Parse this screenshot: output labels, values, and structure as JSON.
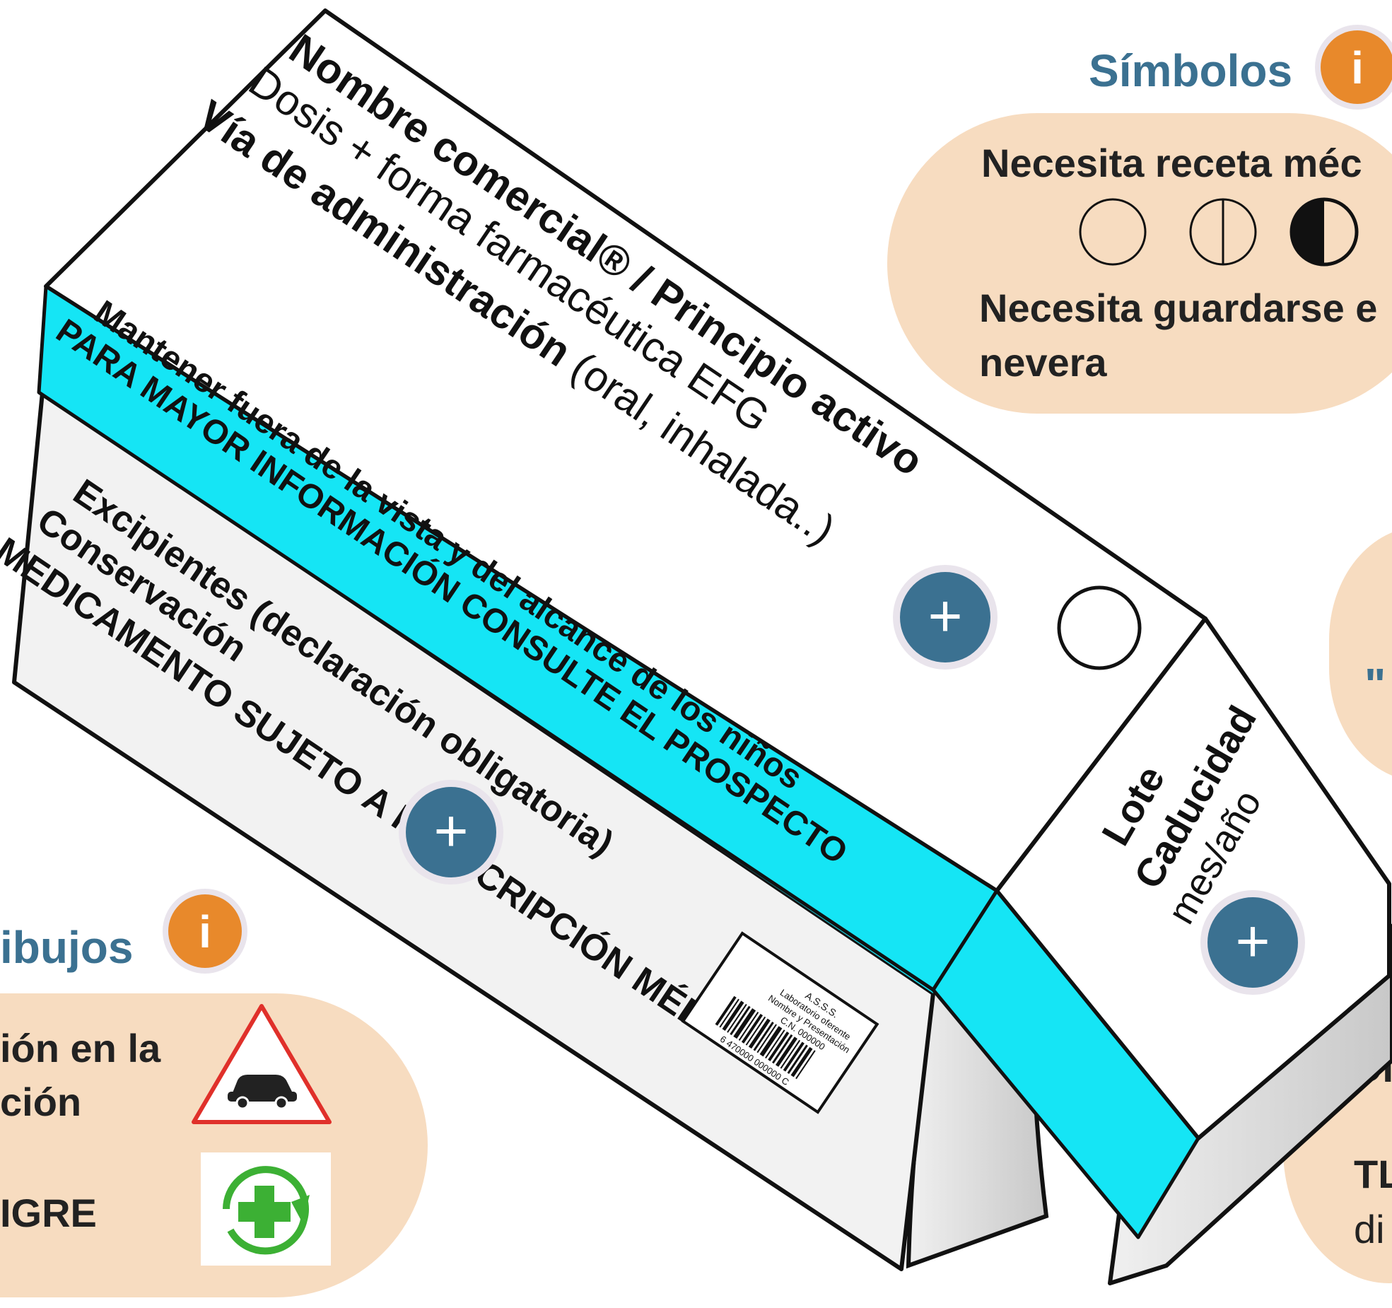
{
  "box": {
    "top_face": {
      "line1": "Nombre comercial® / Principio activo",
      "line2": "Dosis + forma farmacéutica  EFG",
      "line3_bold": "Vía de administración",
      "line3_rest": " (oral, inhalada..)"
    },
    "band": {
      "line1": "Mantener fuera de la vista y del  alcance de los niños",
      "line2": "PARA MAYOR INFORMACIÓN CONSULTE EL PROSPECTO"
    },
    "front_face": {
      "line1": "Excipientes (declaración obligatoria)",
      "line2": "Conservación",
      "line3": "MEDICAMENTO SUJETO A PRESCRIPCIÓN MÉDICA"
    },
    "end_face": {
      "lote": "Lote",
      "caducidad": "Caducidad",
      "mes_ano": "mes/año"
    },
    "sticker": {
      "line1": "A.S.S.S.",
      "line2": "Laboratorio oferente",
      "line3": "Nombre y Presentación",
      "line4": "C.N. 000000",
      "barcode_number": "6 470000 000000 C"
    }
  },
  "panels": {
    "simbolos": {
      "title": "Símbolos",
      "line1": "Necesita receta méc",
      "line2": "Necesita guardarse e",
      "line3": "nevera"
    },
    "dibujos": {
      "title": "ibujos",
      "line1": "ión en la",
      "line2": "ción",
      "line3": "IGRE"
    },
    "right_mid": {
      "text": "\""
    },
    "right_bottom": {
      "line1": "DI",
      "line2": "TL",
      "line3": "di"
    }
  },
  "icons": {
    "plus": "+",
    "info": "i"
  },
  "colors": {
    "panel_bg": "#f7dcc0",
    "teal_title": "#3b7191",
    "orange_info": "#e8892b",
    "plus_bg": "#3b7191",
    "band_cyan": "#15e5f5",
    "warning_red": "#e0302a",
    "sigre_green": "#3cb034"
  }
}
